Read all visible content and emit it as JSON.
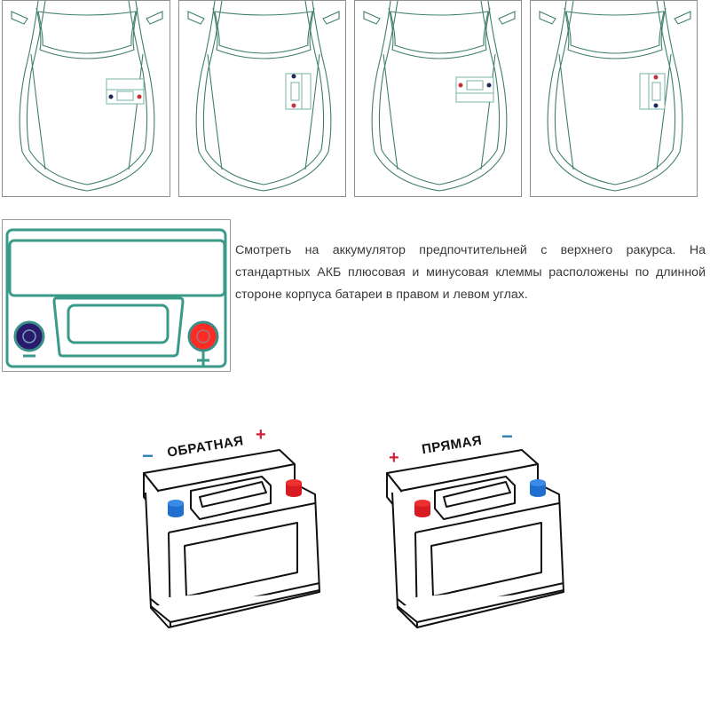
{
  "car_views": [
    {
      "id": "car-1",
      "battery_orientation": "horizontal",
      "left_terminal": "minus",
      "right_terminal": "plus"
    },
    {
      "id": "car-2",
      "battery_orientation": "vertical",
      "top_terminal": "minus",
      "bottom_terminal": "plus"
    },
    {
      "id": "car-3",
      "battery_orientation": "horizontal",
      "left_terminal": "plus",
      "right_terminal": "minus"
    },
    {
      "id": "car-4",
      "battery_orientation": "vertical",
      "top_terminal": "plus",
      "bottom_terminal": "minus"
    }
  ],
  "battery_top_view": {
    "minus_symbol": "−",
    "plus_symbol": "+",
    "outline_color": "#3a9a88",
    "minus_color": "#2a1a6e",
    "plus_color": "#ff2a24"
  },
  "description": "Смотреть на аккумулятор предпочтительней с верхнего ракурса. На стандартных АКБ плюсовая и минусовая клеммы расположены по длинной стороне корпуса батареи в правом и левом углах.",
  "polarity": {
    "reverse": {
      "label": "ОБРАТНАЯ",
      "left_sign": "−",
      "right_sign": "+"
    },
    "direct": {
      "label": "ПРЯМАЯ",
      "left_sign": "+",
      "right_sign": "−"
    }
  },
  "colors": {
    "car_line": "#3f7f6a",
    "terminal_plus": "#e0202a",
    "terminal_minus": "#1f5fc0",
    "plus_sign": "#d6203a",
    "minus_sign": "#2f7bb0"
  }
}
